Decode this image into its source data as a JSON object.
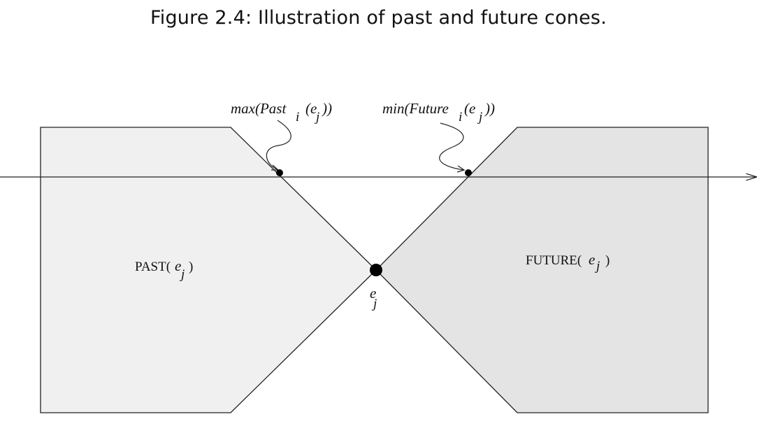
{
  "caption": "Figure 2.4: Illustration of past and future cones.",
  "labels": {
    "past_region": {
      "main": "PAST(",
      "e": "e",
      "sub": "j",
      "close": ")"
    },
    "future_region": {
      "main": "FUTURE(",
      "e": "e",
      "sub": "j",
      "close": ")"
    },
    "event": {
      "e": "e",
      "sub": "j"
    },
    "max_past": {
      "pre": "max(Past",
      "sub_i": "i",
      "mid": "(e",
      "sub_j": "j",
      "close": "))"
    },
    "min_future": {
      "pre": "min(Future",
      "sub_i": "i",
      "mid": "(e",
      "sub_j": "j",
      "close": "))"
    }
  },
  "colors": {
    "past_fill": "#f0f0f0",
    "future_fill": "#e4e4e4",
    "line": "#222222"
  }
}
